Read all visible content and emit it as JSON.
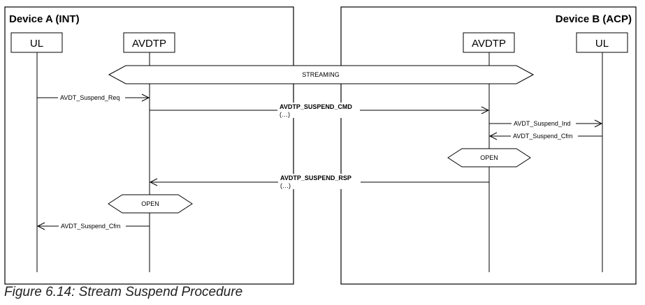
{
  "devices": [
    {
      "title": "Device A (INT)"
    },
    {
      "title": "Device B (ACP)"
    }
  ],
  "entities": {
    "a_ul": "UL",
    "a_avdtp": "AVDTP",
    "b_avdtp": "AVDTP",
    "b_ul": "UL"
  },
  "states": {
    "streaming": "STREAMING",
    "open_b": "OPEN",
    "open_a": "OPEN"
  },
  "messages": {
    "suspend_req": "AVDT_Suspend_Req",
    "suspend_cmd": "AVDTP_SUSPEND_CMD",
    "suspend_cmd_params": "(…)",
    "suspend_ind": "AVDT_Suspend_Ind",
    "suspend_cfm_b": "AVDT_Suspend_Cfm",
    "suspend_rsp": "AVDTP_SUSPEND_RSP",
    "suspend_rsp_params": "(…)",
    "suspend_cfm_a": "AVDT_Suspend_Cfm"
  },
  "caption": "Figure 6.14: Stream Suspend Procedure"
}
